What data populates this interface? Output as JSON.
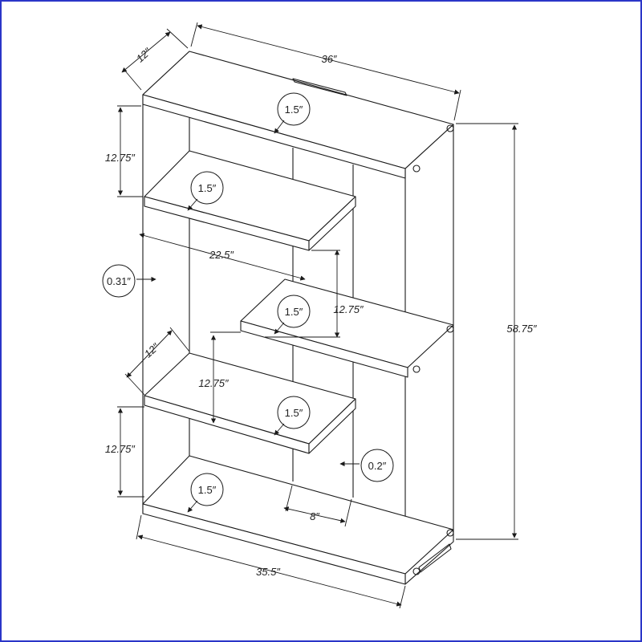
{
  "dimensions": {
    "depth_top": "12″",
    "width_top": "36″",
    "shelf_thickness": "1.5″",
    "height_top_gap": "12.75″",
    "shelf_length": "22.5″",
    "side_thickness": "0.31″",
    "height_mid_gap_right": "12.75″",
    "total_height": "58.75″",
    "depth_mid": "12″",
    "height_mid_gap_left": "12.75″",
    "height_bottom_gap": "12.75″",
    "back_thickness": "0.2″",
    "divider_offset": "8″",
    "width_bottom": "35.5″"
  },
  "colors": {
    "border": "#2b35c8",
    "line": "#1a1a1a"
  }
}
